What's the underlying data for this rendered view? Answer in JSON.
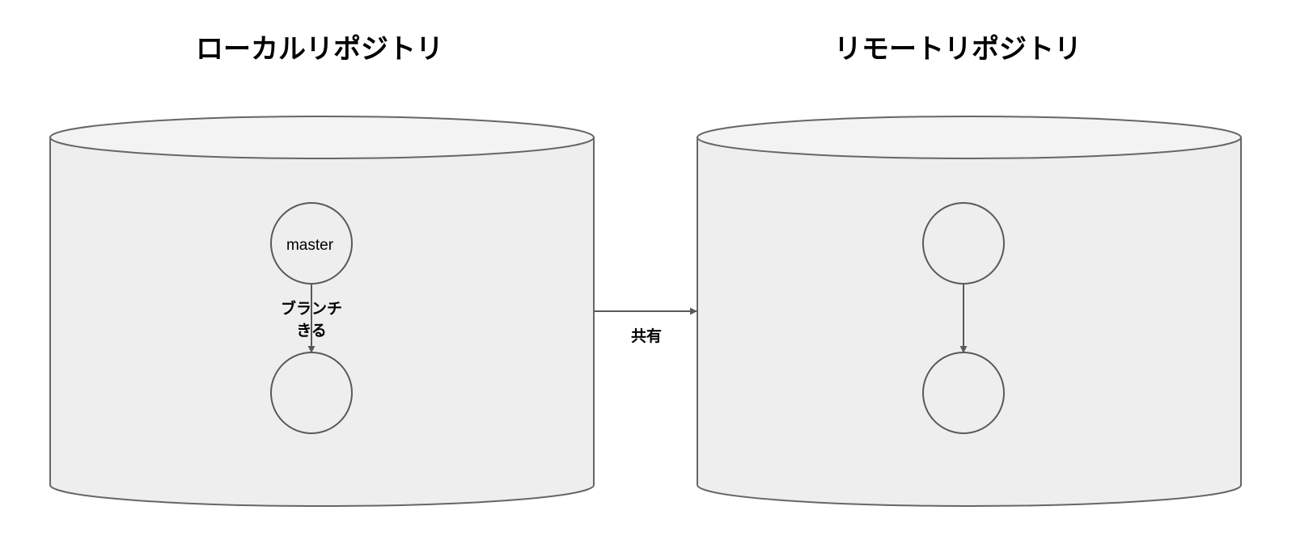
{
  "local_repo": {
    "title": "ローカルリポジトリ",
    "top_node_label": "master",
    "branch_label_line1": "ブランチ",
    "branch_label_line2": "きる",
    "bottom_node_label": ""
  },
  "remote_repo": {
    "title": "リモートリポジトリ",
    "top_node_label": "",
    "bottom_node_label": ""
  },
  "share_edge": {
    "label": "共有"
  },
  "colors": {
    "cylinder_fill": "#eeeeee",
    "cylinder_top_fill": "#f3f3f3",
    "stroke": "#666666",
    "node_stroke": "#595959",
    "background": "#ffffff"
  }
}
